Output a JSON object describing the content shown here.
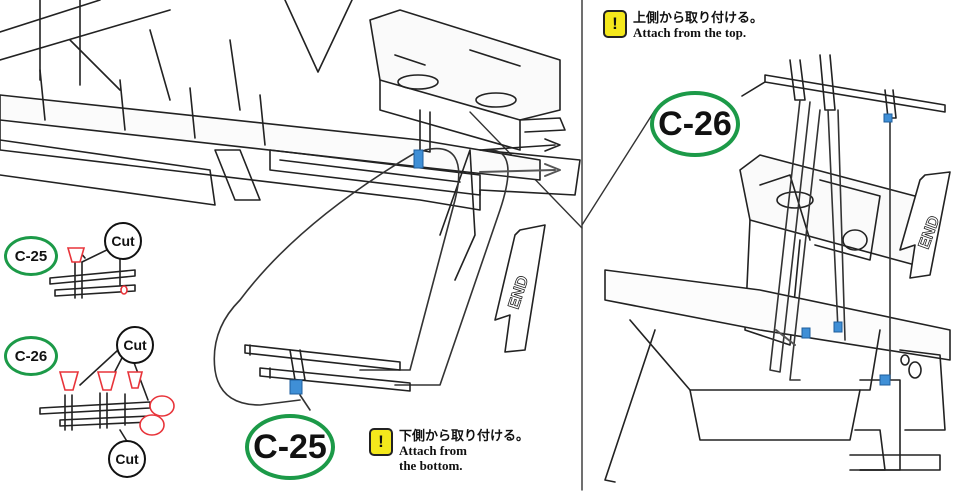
{
  "parts": {
    "c25_small": "C-25",
    "c26_small": "C-26",
    "c25_large": "C-25",
    "c26_large": "C-26",
    "cut_label": "Cut"
  },
  "notes": {
    "bottom": {
      "icon": "!",
      "jp": "下側から取り付ける。",
      "en_line1": "Attach from",
      "en_line2": "the bottom."
    },
    "top": {
      "icon": "!",
      "jp": "上側から取り付ける。",
      "en_line1": "Attach from the top."
    }
  },
  "end_label": "END",
  "colors": {
    "badge_ring": "#1c9a48",
    "warning": "#f4e81c",
    "cut_parts": "#e8343a",
    "blue_tab": "#3f8fd6"
  }
}
